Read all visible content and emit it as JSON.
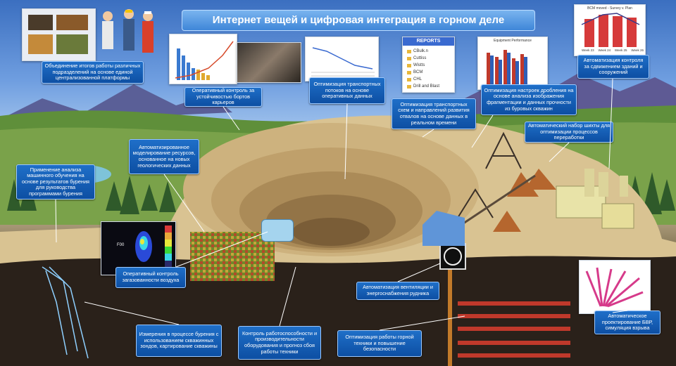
{
  "title": "Интернет вещей и цифровая интеграция в горном деле",
  "reports_panel": {
    "header": "REPORTS",
    "items": [
      "CBulk.n",
      "Cuttiss",
      "Wistts",
      "BCM",
      "CHL",
      "Drill and Blast"
    ]
  },
  "chart_small_title": "BCM moved - Survey v. Plan",
  "chart_small_weeks": [
    "Week 23",
    "Week 24",
    "Week 25",
    "Week 26"
  ],
  "chart_mid_title": "Equipment Performance",
  "labels": {
    "platform": "Объединение итогов работы различных подразделений на основе единой централизованной платформы",
    "slope": "Оперативный контроль за устойчивостью бортов карьеров",
    "transport": "Оптимизация транспортных потоков на основе оперативных данных",
    "dumps": "Оптимизация транспортных схем и направлений развития отвалов на основе данных в реальном времени",
    "crushing": "Оптимизация настроек дробления на основе анализа изображения фрагментации и данных прочности из буровых скважин",
    "buildings": "Автоматизация контроля за сдвижением зданий и сооружений",
    "resource": "Автоматизированное моделирование ресурсов, основанное на новых геологических данных",
    "shaft": "Автоматический набор шихты для оптимизации процессов переработки",
    "ml": "Применение анализа машинного обучения на основе результатов бурения для руководства программами бурения",
    "air": "Оперативный контроль загазованности воздуха",
    "ventilation": "Автоматизация вентиляции и энергоснабжения рудника",
    "drilling": "Измерения в процессе бурения с использованием скважинных зондов, картирование скважины",
    "equipment": "Контроль работоспособности и производительности оборудования и прогноз сбоя работы техники",
    "safety": "Оптимизация работы горной техники и повышение безопасности",
    "blast": "Автоматическое проектирование БВР, симуляция взрыва"
  },
  "heatmap_label": "F00",
  "colors": {
    "label_bg": "#1463bd",
    "label_border": "#9cc9ff",
    "title_bg": "#4f94de",
    "sky": "#3b6fc0",
    "pit": "#c9ad7a",
    "underground": "#2c231c"
  }
}
